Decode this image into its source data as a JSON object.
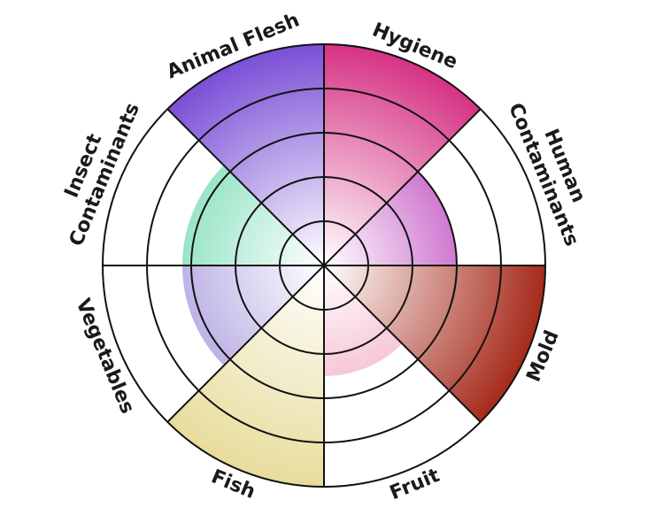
{
  "chart_data": {
    "type": "polar-area",
    "title": "",
    "rings": 5,
    "max_value": 5,
    "grid": true,
    "categories": [
      {
        "label": "Hygiene",
        "lines": [
          "Hygiene"
        ],
        "value": 5,
        "color": "#d63384"
      },
      {
        "label": "Human Contaminants",
        "lines": [
          "Human",
          "Contaminants"
        ],
        "value": 3,
        "color": "#b01fb0"
      },
      {
        "label": "Mold",
        "lines": [
          "Mold"
        ],
        "value": 5,
        "color": "#a52a1a"
      },
      {
        "label": "Fruit",
        "lines": [
          "Fruit"
        ],
        "value": 2.5,
        "color": "#ee8fb4"
      },
      {
        "label": "Fish",
        "lines": [
          "Fish"
        ],
        "value": 5,
        "color": "#e8dc9c"
      },
      {
        "label": "Vegetables",
        "lines": [
          "Vegetables"
        ],
        "value": 3.2,
        "color": "#9a88d8"
      },
      {
        "label": "Insect Contaminants",
        "lines": [
          "Insect",
          "Contaminants"
        ],
        "value": 3.2,
        "color": "#5fd6a8"
      },
      {
        "label": "Animal Flesh",
        "lines": [
          "Animal Flesh"
        ],
        "value": 5,
        "color": "#7a4fd6"
      }
    ]
  }
}
